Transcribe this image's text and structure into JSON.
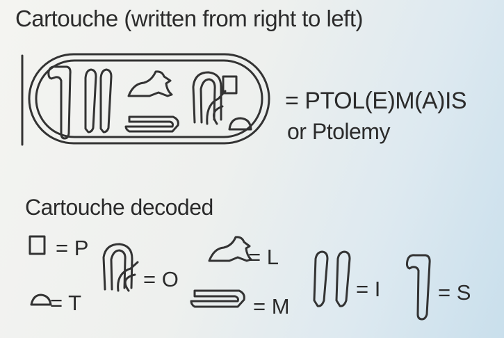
{
  "title": "Cartouche (written from right to left)",
  "translation": {
    "line1": "= PTOL(E)M(A)IS",
    "line2": "or Ptolemy"
  },
  "decoded_heading": "Cartouche decoded",
  "key": [
    {
      "glyph": "square-glyph",
      "label": "= P"
    },
    {
      "glyph": "bread-loaf-glyph",
      "label": "= T"
    },
    {
      "glyph": "rope-coil-glyph",
      "label": "= O"
    },
    {
      "glyph": "lion-glyph",
      "label": "= L"
    },
    {
      "glyph": "water-channel-glyph",
      "label": "= M"
    },
    {
      "glyph": "double-reed-glyph",
      "label": "= I"
    },
    {
      "glyph": "folded-cloth-glyph",
      "label": "= S"
    }
  ]
}
